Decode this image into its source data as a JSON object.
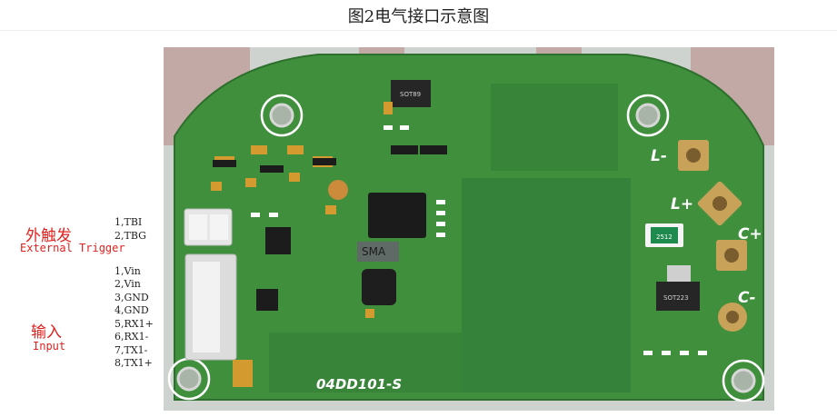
{
  "caption": "图2电气接口示意图",
  "trigger": {
    "cn": "外触发",
    "en": "External Trigger",
    "pins": [
      "1,TBI",
      "2,TBG"
    ]
  },
  "input": {
    "cn": "输入",
    "en": "Input",
    "pins": [
      "1,Vin",
      "2,Vin",
      "3,GND",
      "4,GND",
      "5,RX1+",
      "6,RX1-",
      "7,TX1-",
      "8,TX1+"
    ]
  },
  "board": {
    "model": "04DD101-S",
    "pads": [
      "L-",
      "L+",
      "C+",
      "C-"
    ],
    "chips": {
      "sot89": "SOT89",
      "sma": "SMA",
      "sot223": "SOT223",
      "resistor": "2512"
    }
  },
  "colors": {
    "pcb": "#3f8f3c",
    "pcb_dark": "#2f7a32",
    "copper": "#c9a25a",
    "label": "#e0221f"
  }
}
